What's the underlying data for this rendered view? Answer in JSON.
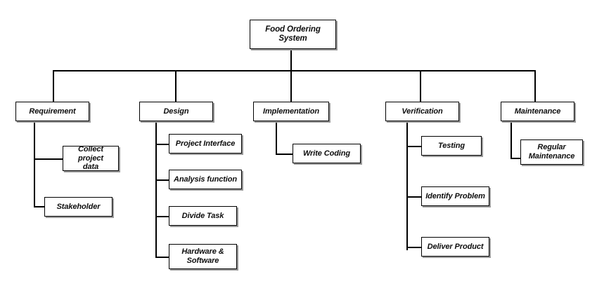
{
  "diagram": {
    "type": "work-breakdown-structure",
    "orientation": "top-down",
    "background_color": "#ffffff",
    "box_border_color": "#000000",
    "box_fill_color": "#ffffff",
    "shadow_color": "#9a9a9a",
    "text_color": "#0d0d0d",
    "root": {
      "label": "Food Ordering\nSystem"
    },
    "phases": [
      {
        "label": "Requirement",
        "children": [
          {
            "label": "Collect project\ndata"
          },
          {
            "label": "Stakeholder"
          }
        ]
      },
      {
        "label": "Design",
        "children": [
          {
            "label": "Project Interface"
          },
          {
            "label": "Analysis function"
          },
          {
            "label": "Divide Task"
          },
          {
            "label": "Hardware &\nSoftware"
          }
        ]
      },
      {
        "label": "Implementation",
        "children": [
          {
            "label": "Write Coding"
          }
        ]
      },
      {
        "label": "Verification",
        "children": [
          {
            "label": "Testing"
          },
          {
            "label": "Identify Problem"
          },
          {
            "label": "Deliver Product"
          }
        ]
      },
      {
        "label": "Maintenance",
        "children": [
          {
            "label": "Regular\nMaintenance"
          }
        ]
      }
    ]
  }
}
